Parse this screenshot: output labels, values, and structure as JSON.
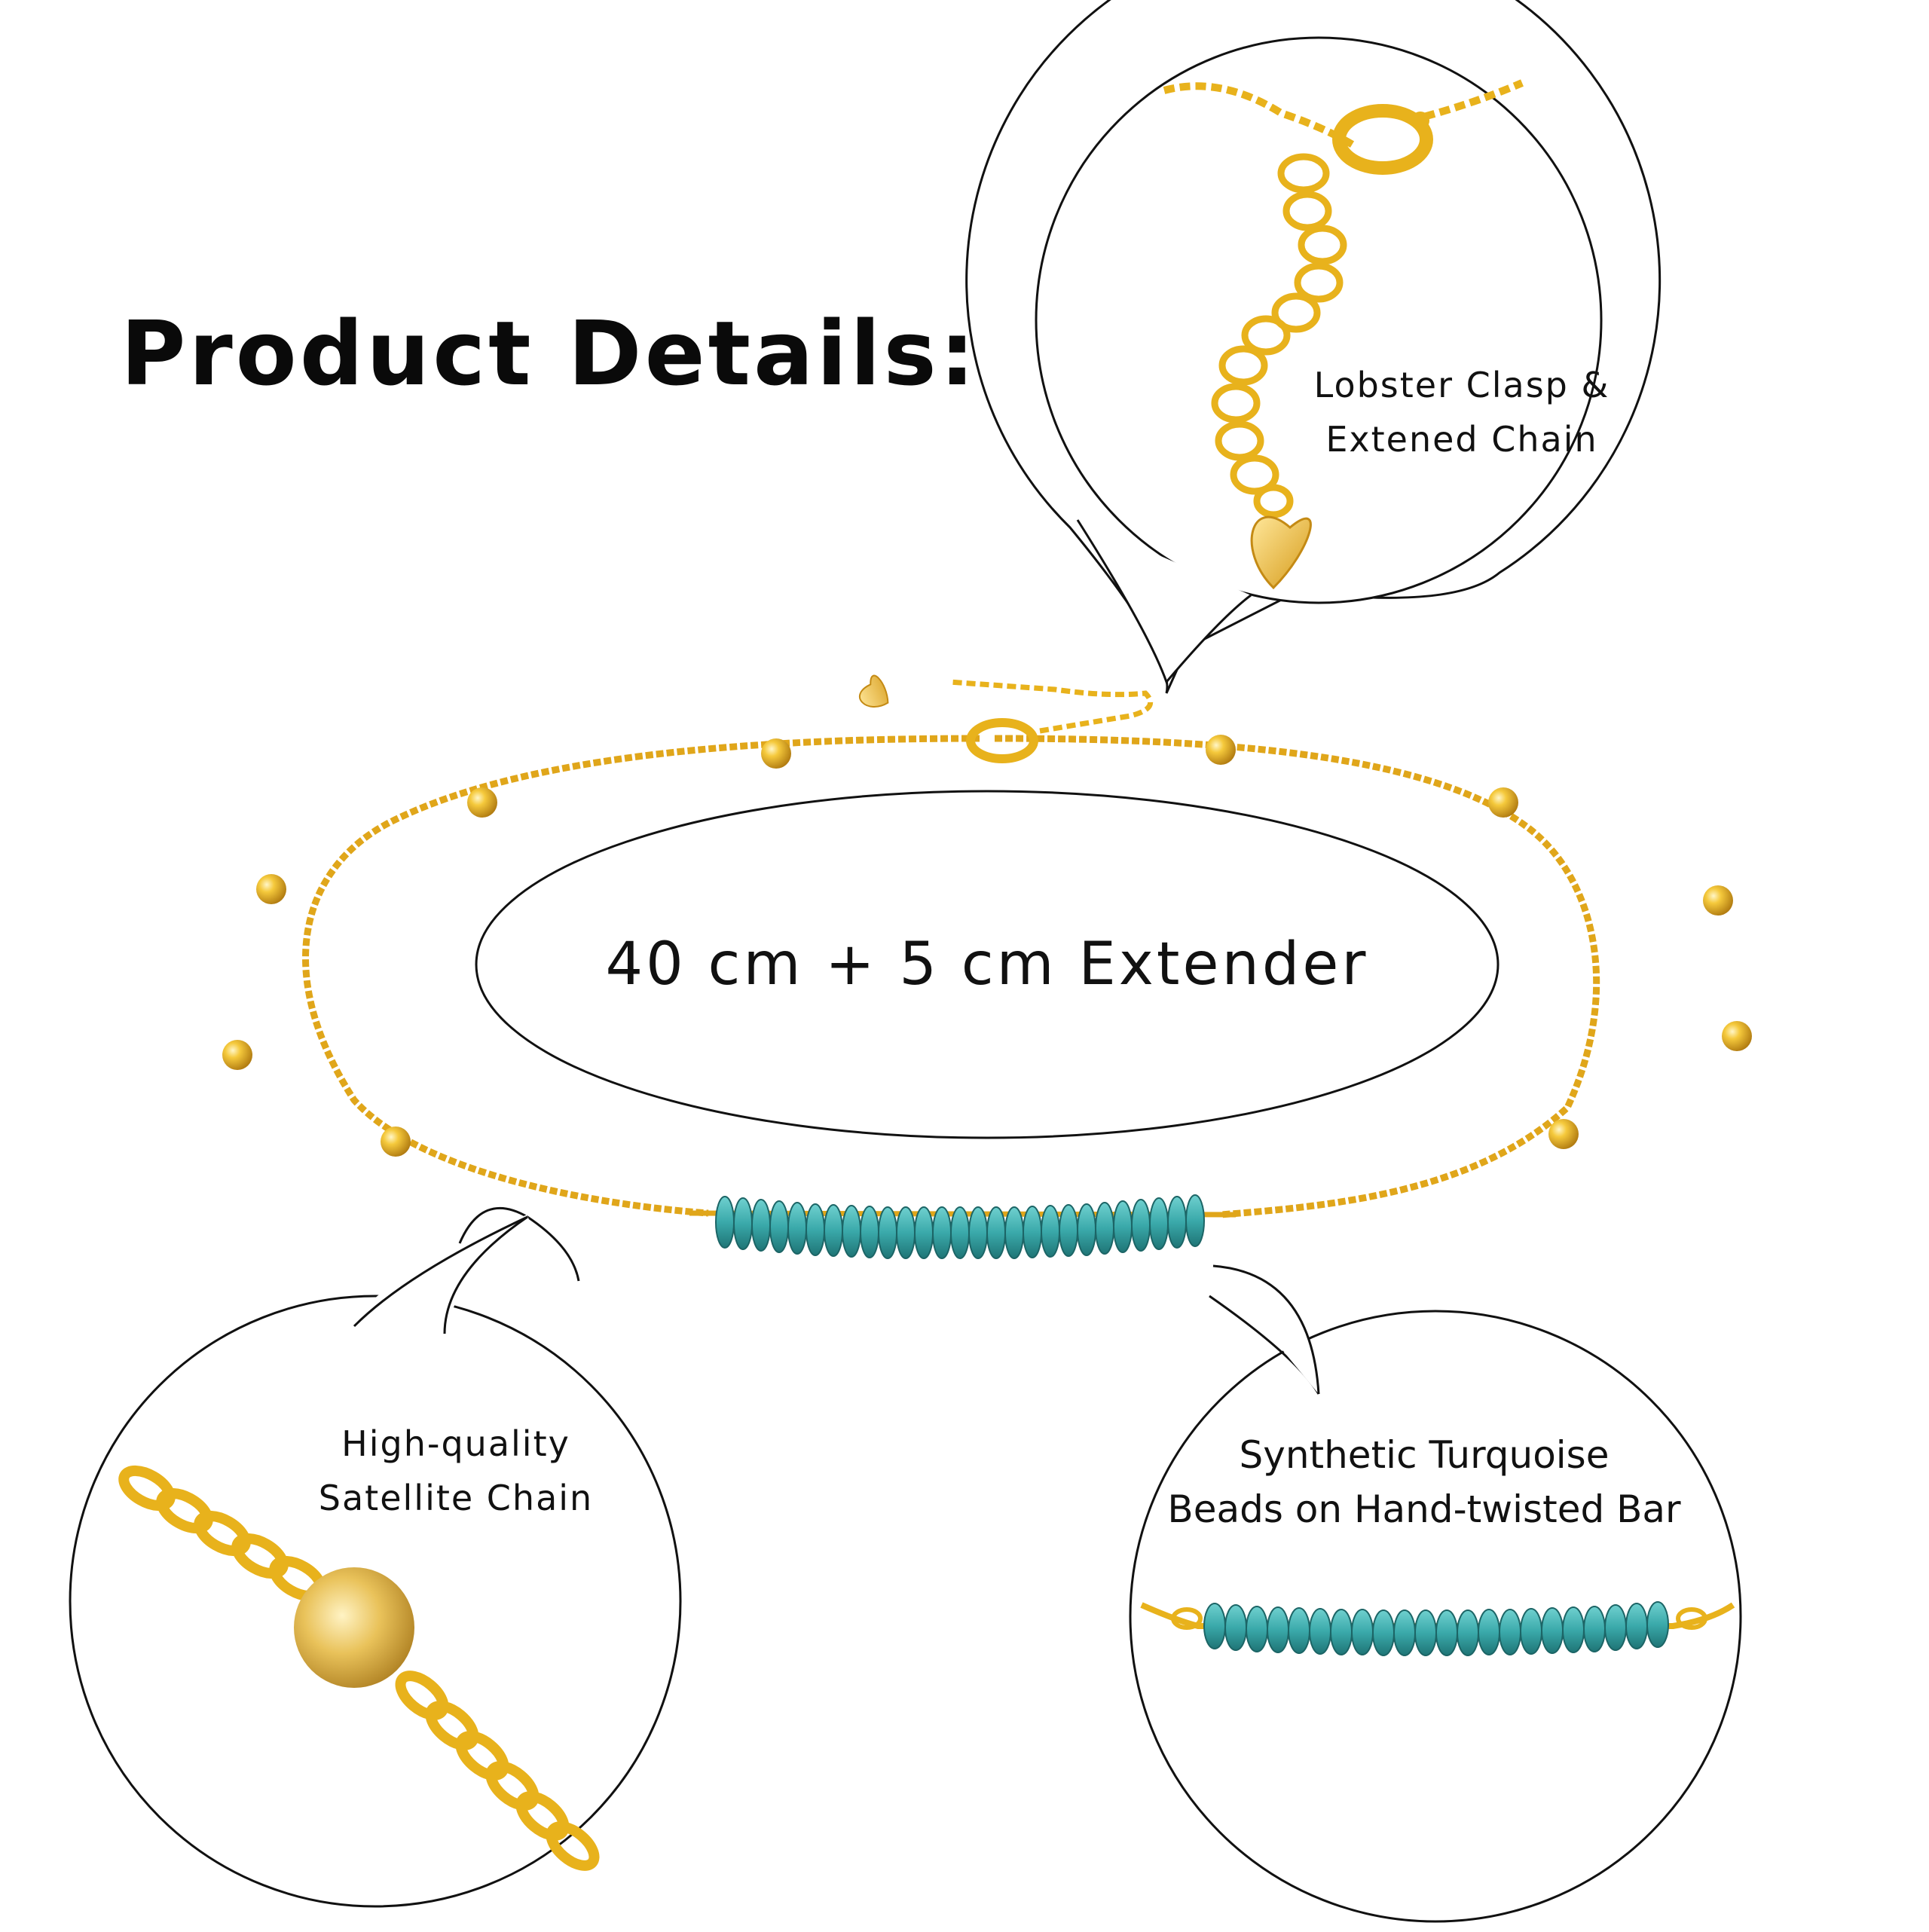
{
  "heading": "Product Details:",
  "length_label": "40 cm + 5 cm Extender",
  "callouts": [
    {
      "line1": "Lobster Clasp &",
      "line2": "Extened Chain"
    },
    {
      "line1": "High-quality",
      "line2": "Satellite Chain"
    },
    {
      "line1": "Synthetic Turquoise",
      "line2": "Beads on Hand-twisted Bar"
    }
  ],
  "colors": {
    "gold": "#e8b21c",
    "gold_light": "#ffe27a",
    "turquoise": "#3aa9aa",
    "outline": "#111111"
  }
}
